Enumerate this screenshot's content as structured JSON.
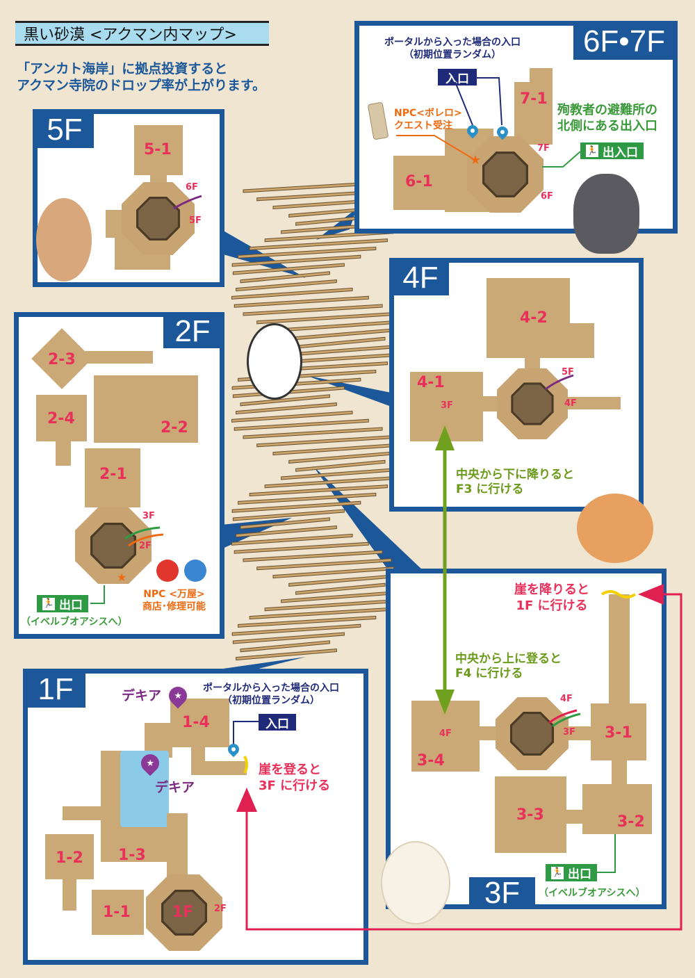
{
  "title": "黒い砂漠 <アクマン内マップ>",
  "notice": [
    "「アンカト海岸」に拠点投資すると",
    "アクマン寺院のドロップ率が上がります。"
  ],
  "colors": {
    "panel_border": "#1c5899",
    "room": "#caa977",
    "room_label": "#e8305a",
    "exit": "#2e9a44",
    "entrance": "#1f2a78"
  },
  "floors": {
    "f67": {
      "label": "6F•7F",
      "rooms": [
        "6-1",
        "7-1"
      ],
      "floor_marks": [
        "7F",
        "6F"
      ],
      "portal_note": [
        "ポータルから入った場合の入口",
        "（初期位置ランダム）"
      ],
      "entrance": "入口",
      "npc": [
        "NPC<ボレロ>",
        "クエスト受注"
      ],
      "exit_note": [
        "殉教者の避難所の",
        "北側にある出入口"
      ],
      "exit": "出入口"
    },
    "f5": {
      "label": "5F",
      "rooms": [
        "5-1"
      ],
      "floor_marks": [
        "6F",
        "5F"
      ]
    },
    "f4": {
      "label": "4F",
      "rooms": [
        "4-2",
        "4-1"
      ],
      "floor_marks": [
        "5F",
        "4F",
        "3F"
      ],
      "note": [
        "中央から下に降りると",
        "F3 に行ける"
      ]
    },
    "f3": {
      "label": "3F",
      "rooms": [
        "3-1",
        "3-2",
        "3-3",
        "3-4"
      ],
      "floor_marks": [
        "4F",
        "3F",
        "4F"
      ],
      "cliff_note": [
        "崖を降りると",
        "1F に行ける"
      ],
      "note": [
        "中央から上に登ると",
        "F4 に行ける"
      ],
      "exit": "出口",
      "exit_dest": "（イベルブオアシスへ）"
    },
    "f2": {
      "label": "2F",
      "rooms": [
        "2-1",
        "2-2",
        "2-3",
        "2-4"
      ],
      "floor_marks": [
        "3F",
        "2F"
      ],
      "npc": [
        "NPC <万屋>",
        "商店･修理可能"
      ],
      "exit": "出口",
      "exit_dest": "（イベルブオアシスへ）"
    },
    "f1": {
      "label": "1F",
      "rooms": [
        "1-1",
        "1-2",
        "1-3",
        "1-4"
      ],
      "center": "1F",
      "floor_marks": [
        "2F"
      ],
      "dekia": [
        "デキア",
        "デキア"
      ],
      "portal_note": [
        "ポータルから入った場合の入口",
        "（初期位置ランダム）"
      ],
      "entrance": "入口",
      "cliff_note": [
        "崖を登ると",
        "3F に行ける"
      ]
    }
  },
  "icons": {
    "pin": "map-pin-icon",
    "star_pin": "star-pin-icon",
    "exit": "running-man-icon",
    "arrow": "arrow-icon"
  }
}
